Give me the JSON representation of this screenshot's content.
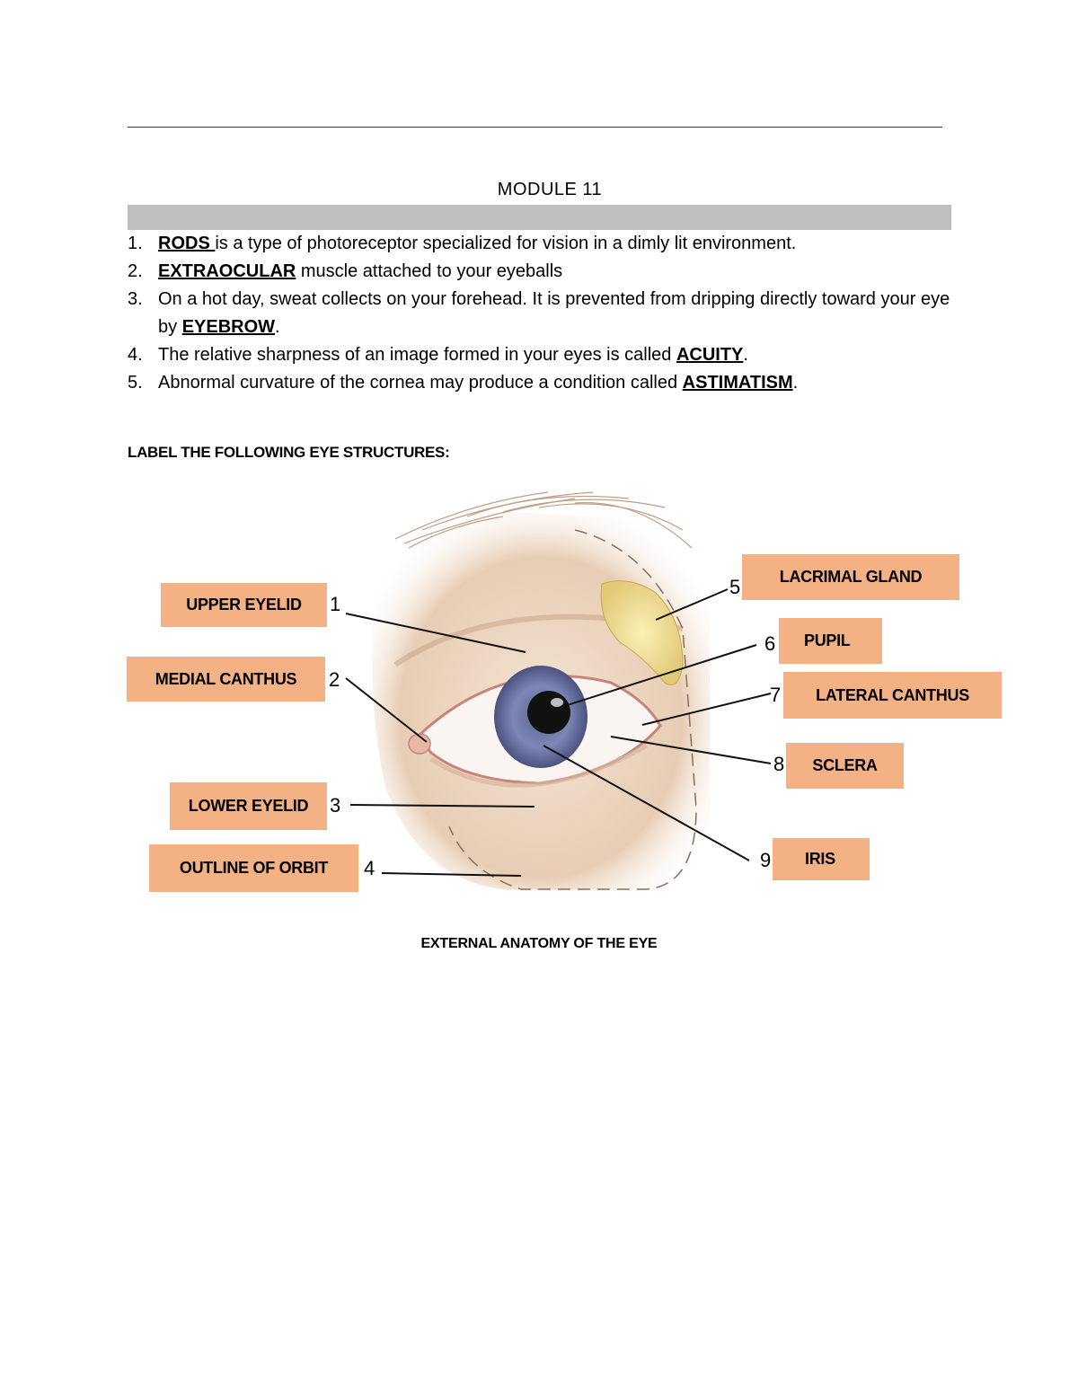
{
  "document": {
    "title": "MODULE  11",
    "questions": [
      {
        "num": "1.",
        "answer": "RODS ",
        "before": "",
        "after": "is a type of photoreceptor specialized for vision in a dimly lit environment."
      },
      {
        "num": "2.",
        "answer": "EXTRAOCULAR",
        "before": "",
        "after": " muscle attached to your eyeballs"
      },
      {
        "num": "3.",
        "before": "On a hot day, sweat collects on your forehead. It is prevented from dripping directly toward your eye by ",
        "answer": "EYEBROW",
        "after": "."
      },
      {
        "num": "4.",
        "before": "The relative sharpness of an image formed in your eyes is called ",
        "answer": "ACUITY",
        "after": "."
      },
      {
        "num": "5.",
        "before": "Abnormal curvature of the cornea may produce a condition called ",
        "answer": "ASTIMATISM",
        "after": "."
      }
    ],
    "section_heading": "LABEL THE FOLLOWING EYE STRUCTURES:",
    "figure": {
      "caption": "EXTERNAL ANATOMY OF THE EYE",
      "label_color": "#f4b183",
      "labels": [
        {
          "num": "1",
          "text": "UPPER EYELID"
        },
        {
          "num": "2",
          "text": "MEDIAL CANTHUS"
        },
        {
          "num": "3",
          "text": "LOWER EYELID"
        },
        {
          "num": "4",
          "text": "OUTLINE OF ORBIT"
        },
        {
          "num": "5",
          "text": "LACRIMAL GLAND"
        },
        {
          "num": "6",
          "text": "PUPIL"
        },
        {
          "num": "7",
          "text": "LATERAL CANTHUS"
        },
        {
          "num": "8",
          "text": "SCLERA"
        },
        {
          "num": "9",
          "text": "IRIS"
        }
      ]
    }
  }
}
